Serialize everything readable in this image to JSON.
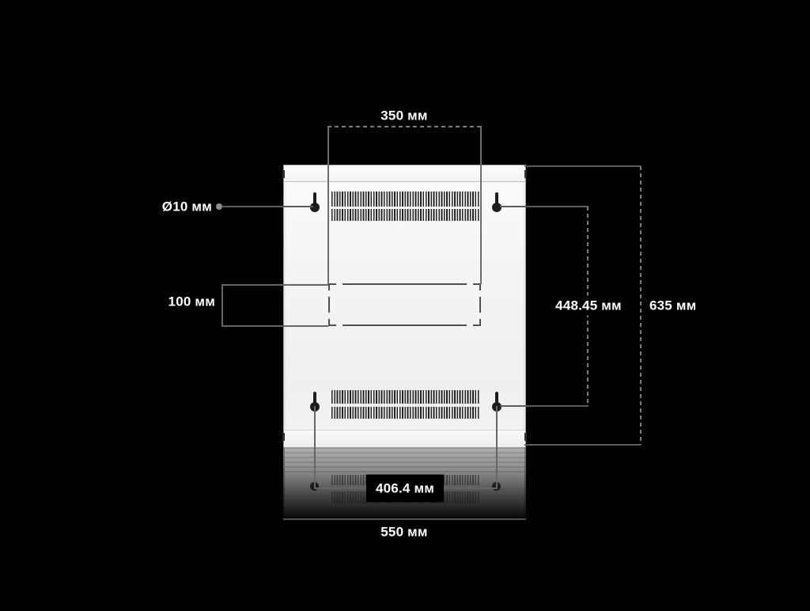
{
  "labels": {
    "cutout_width": "350 мм",
    "hole_diameter": "Ø10 мм",
    "cutout_height": "100 мм",
    "mount_vertical_spacing": "448.45 мм",
    "overall_height": "635 мм",
    "mount_horizontal_spacing": "406.4 мм",
    "overall_width": "550 мм"
  },
  "colors": {
    "background": "#000000",
    "dimension_line": "#666666",
    "dashed_line": "#7d7d7d",
    "label_text": "#ffffff",
    "cabinet_fill": "#f4f4f4",
    "cabinet_edge": "#9a9a9a",
    "vent_slat": "#242424",
    "keyhole": "#1d1d1d"
  }
}
